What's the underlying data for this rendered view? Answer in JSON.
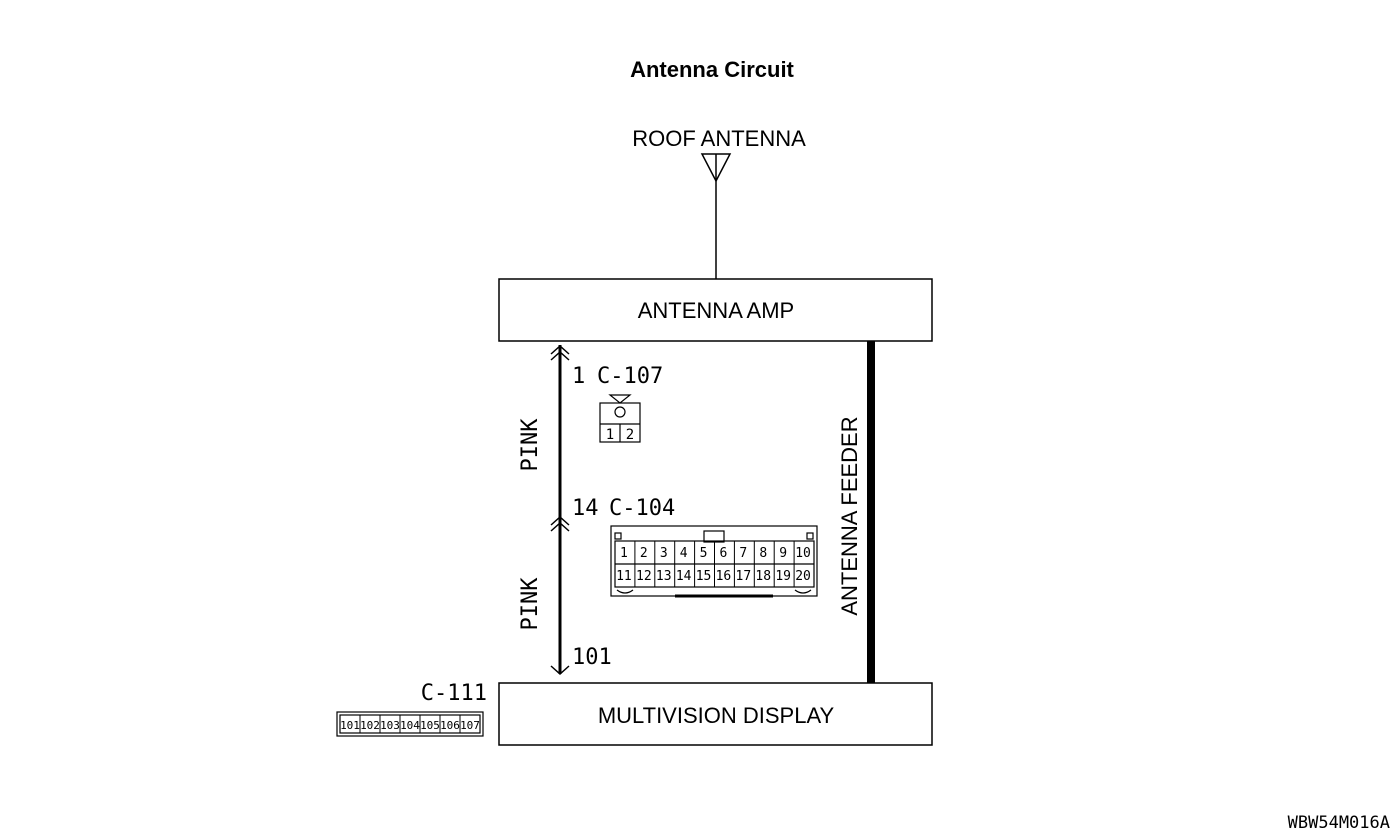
{
  "title": "Antenna Circuit",
  "roof_antenna": {
    "label": "ROOF ANTENNA"
  },
  "antenna_amp": {
    "label": "ANTENNA AMP"
  },
  "multivision_display": {
    "label": "MULTIVISION DISPLAY"
  },
  "antenna_feeder": {
    "label": "ANTENNA FEEDER"
  },
  "wire": {
    "upper_color": "PINK",
    "lower_color": "PINK",
    "pin_amp": "1",
    "pin_mid": "14",
    "pin_display": "101"
  },
  "connectors": {
    "c107": {
      "name": "C-107",
      "pins": [
        "1",
        "2"
      ]
    },
    "c104": {
      "name": "C-104",
      "pins_top": [
        "1",
        "2",
        "3",
        "4",
        "5",
        "6",
        "7",
        "8",
        "9",
        "10"
      ],
      "pins_bottom": [
        "11",
        "12",
        "13",
        "14",
        "15",
        "16",
        "17",
        "18",
        "19",
        "20"
      ]
    },
    "c111": {
      "name": "C-111",
      "pins": [
        "101",
        "102",
        "103",
        "104",
        "105",
        "106",
        "107"
      ]
    }
  },
  "figure_code": "WBW54M016A"
}
